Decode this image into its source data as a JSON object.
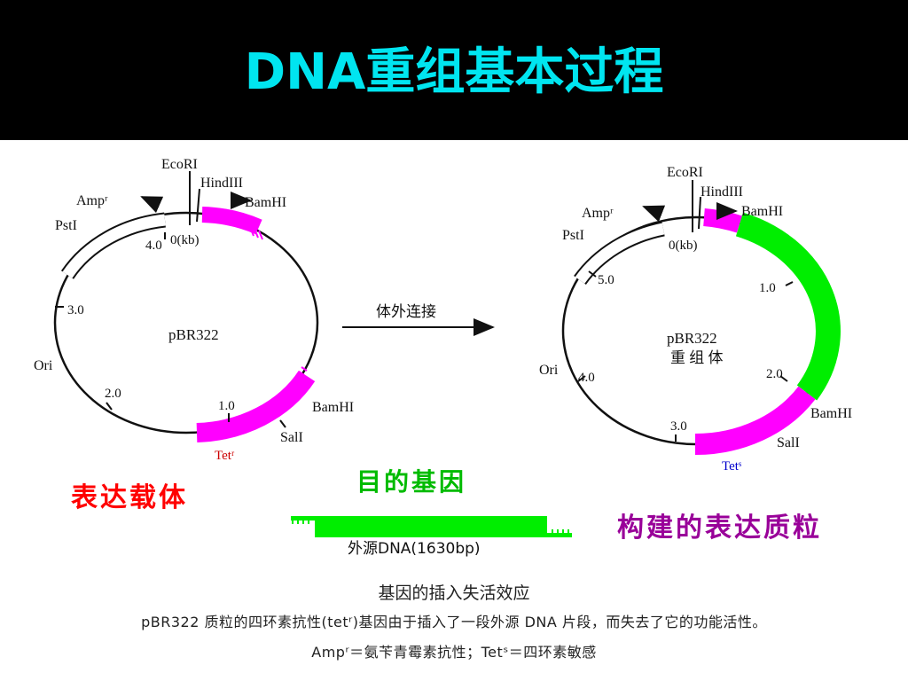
{
  "slide_title": "DNA重组基本过程",
  "arrow_label": "体外连接",
  "callouts": {
    "vector": "表达载体",
    "target_gene": "目的基因",
    "constructed": "构建的表达质粒"
  },
  "plasmid_left": {
    "name": "pBR322",
    "sites": {
      "ecori": "EcoRI",
      "hindiii": "HindIII",
      "bamhi": "BamHI",
      "pstI": "PstI",
      "sali": "SalI",
      "ori": "Ori"
    },
    "genes": {
      "amp": "Ampʳ",
      "tet": "Tetʳ"
    },
    "ticks": {
      "zero": "0(kb)",
      "t1": "1.0",
      "t2": "2.0",
      "t3": "3.0",
      "t4": "4.0"
    }
  },
  "plasmid_right": {
    "name_line1": "pBR322",
    "name_line2": "重 组 体",
    "sites": {
      "ecori": "EcoRI",
      "hindiii": "HindIII",
      "bamhi_top": "BamHI",
      "bamhi_bottom": "BamHI",
      "pstI": "PstI",
      "sali": "SalI",
      "ori": "Ori"
    },
    "genes": {
      "amp": "Ampʳ",
      "tet": "Tetˢ"
    },
    "ticks": {
      "zero": "0(kb)",
      "t1": "1.0",
      "t2": "2.0",
      "t3": "3.0",
      "t4": "4.0",
      "t5": "5.0"
    }
  },
  "foreign_dna_label": "外源DNA(1630bp)",
  "caption": {
    "title": "基因的插入失活效应",
    "description": "pBR322 质粒的四环素抗性(tetʳ)基因由于插入了一段外源 DNA 片段，而失去了它的功能活性。",
    "note": "Ampʳ＝氨苄青霉素抗性；Tetˢ＝四环素敏感"
  },
  "colors": {
    "title": "#00e5f0",
    "magenta_segment": "#ff00ff",
    "green_insert": "#00ee00",
    "vector_callout": "#ff0000",
    "target_callout": "#00bb00",
    "constructed_callout": "#990099",
    "tet_left": "#cc0000",
    "tet_right": "#0000cc"
  }
}
